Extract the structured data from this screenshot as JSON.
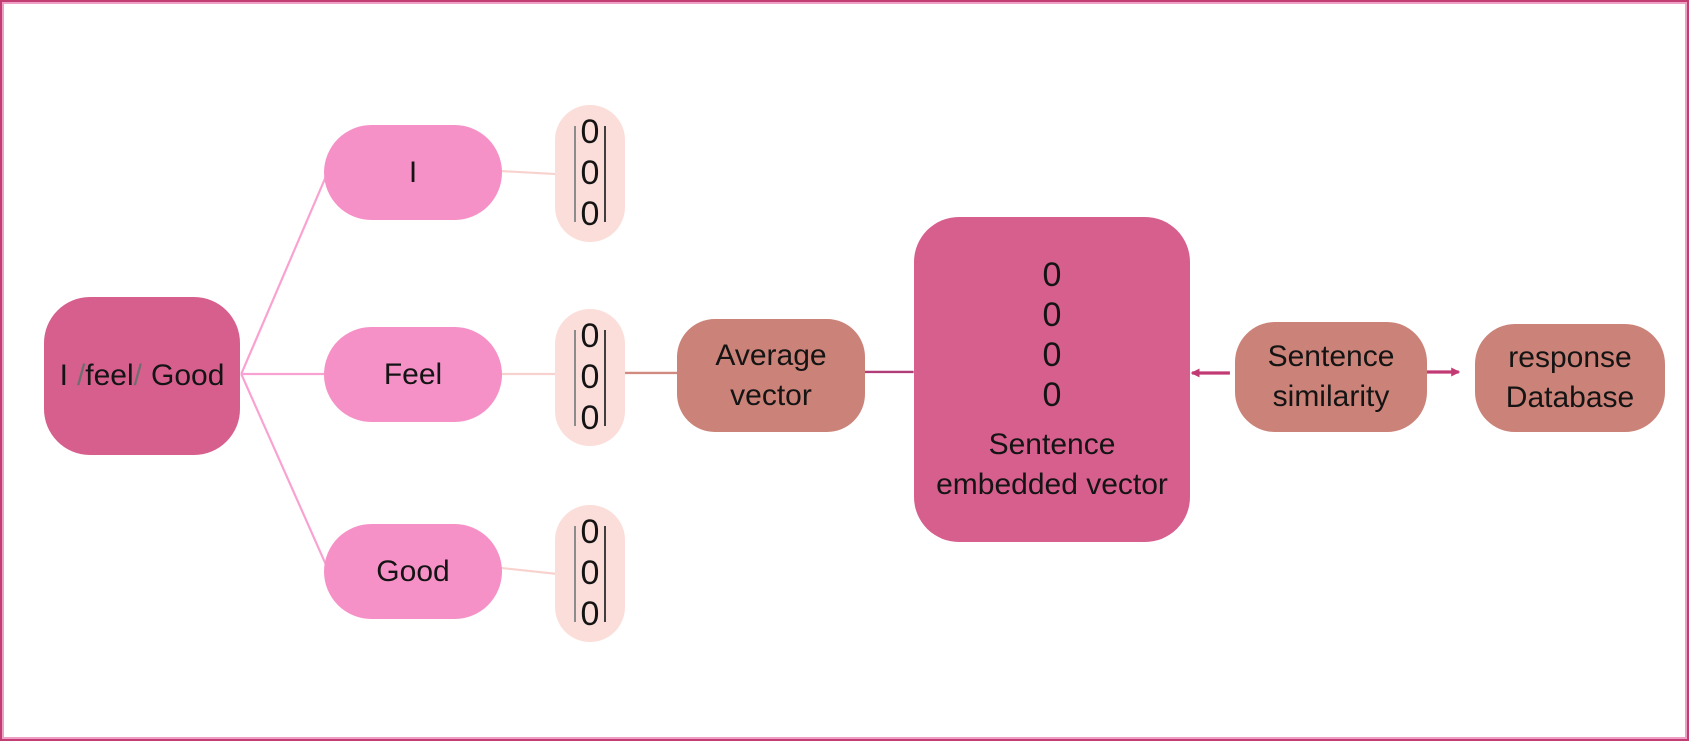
{
  "colors": {
    "dark_pink": "#d75f8e",
    "token_pink": "#f591c7",
    "vector_pink": "#fbdeda",
    "salmon": "#cb8278",
    "branch_line": "#f9a2d1",
    "token_vector_line": "#f8d2ce",
    "vector_avg_line": "#d08a80",
    "avg_embed_line": "#b03c78",
    "arrow": "#c23a74",
    "border_outer": "#c13d72",
    "border_inner": "#ef9ec5",
    "bar_left": "#8c8c8c",
    "bar_right": "#3f3f3f",
    "text": "#141414",
    "slash": "#6e6e6e"
  },
  "input_node": {
    "text": "I /feel/ Good",
    "seg_a": "I",
    "slash": "/",
    "seg_b": "feel",
    "seg_c": "Good"
  },
  "tokens": [
    {
      "label": "I"
    },
    {
      "label": "Feel"
    },
    {
      "label": "Good"
    }
  ],
  "word_vector": {
    "values": [
      "0",
      "0",
      "0"
    ]
  },
  "average_node": {
    "line1": "Average",
    "line2": "vector"
  },
  "embedding_node": {
    "values": [
      "0",
      "0",
      "0",
      "0"
    ],
    "line1": "Sentence",
    "line2": "embedded vector"
  },
  "similarity_node": {
    "line1": "Sentence",
    "line2": "similarity"
  },
  "response_node": {
    "line1": "response",
    "line2": "Database"
  }
}
